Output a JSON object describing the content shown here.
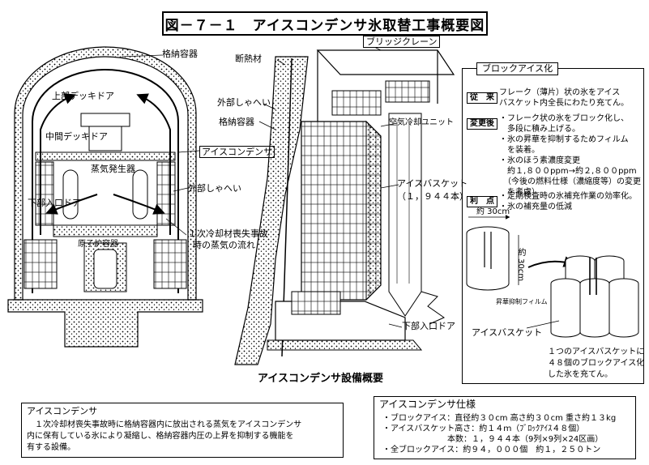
{
  "title": "図－７－１　アイスコンデンサ氷取替工事概要図",
  "left_diagram": {
    "containment_label": "格納容器",
    "upper_deck_door": "上部デッキドア",
    "middle_deck_door": "中間デッキドア",
    "steam_generator": "蒸気発生器",
    "lower_entry_door": "下部入口ドア",
    "reactor_vessel": "原子炉容器",
    "ice_condenser": "アイスコンデンサ",
    "outer_shield": "外部しゃへい",
    "loca_steam_flow": [
      "１次冷却材喪失事故",
      "時の蒸気の流れ"
    ]
  },
  "center_diagram": {
    "insulation": "断熱材",
    "bridge_crane": "ブリッジクレーン",
    "outer_shield": "外部しゃへい",
    "containment": "格納容器",
    "air_cooling_unit": "空気冷却ユニット",
    "ice_basket": "アイスバスケット",
    "ice_basket_count": "（１，９４４本）",
    "lower_entry_door": "下部入口ドア",
    "caption": "アイスコンデンサ設備概要"
  },
  "block_ice": {
    "title": "ブロックアイス化",
    "conventional_tag": "従　来",
    "conventional_text": [
      "フレーク（薄片）状の氷をアイス",
      "バスケット内全長にわたり充てん。"
    ],
    "after_tag": "変更後",
    "after_items": [
      "・フレーク状の氷をブロック化し、",
      "　多段に積み上げる。",
      "・氷の昇華を抑制するためフィルム",
      "　を装着。",
      "・氷のほう素濃度変更",
      "　約１,８００ppm→約２,８００ppm",
      "　（今後の燃料仕様（濃縮度等）の変更",
      "　を考慮）"
    ],
    "merit_tag": "利　点",
    "merit_items": [
      "・定期検査時の氷補充作業の効率化。",
      "・氷の補充量の低減"
    ],
    "dim_width": "約 30cm",
    "dim_height": "約 30cm",
    "film_label": "昇華抑制フィルム",
    "basket_label": "アイスバスケット",
    "basket_note": [
      "１つのアイスバスケットに",
      "４８個のブロックアイス化",
      "した氷を充てん。"
    ]
  },
  "bottom_left": {
    "heading": "アイスコンデンサ",
    "lines": [
      "　１次冷却材喪失事故時に格納容器内に放出される蒸気をアイスコンデンサ",
      "内に保有している氷により凝縮し、格納容器内圧の上昇を抑制する機能を",
      "有する設備。"
    ]
  },
  "bottom_right": {
    "heading": "アイスコンデンサ仕様",
    "lines": [
      "・ブロックアイス：直径約３０cm 高さ約３０cm 重さ約１３kg",
      "・アイスバスケット高さ：約１４ｍ（ﾌﾞﾛｯｸｱｲｽ４８個）",
      "　　　　　　　　本数：１，９４４本（9列×9列×24区画）",
      "・全ブロックアイス：約９４，０００個　約１，２５０トン"
    ]
  }
}
